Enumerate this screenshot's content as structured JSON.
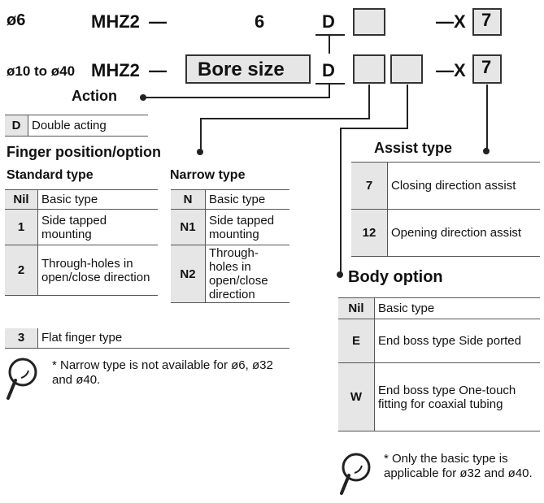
{
  "row_small": {
    "size": "ø6",
    "model": "MHZ2",
    "dash": "—",
    "bore": "6",
    "action": "D",
    "x_label": "—X",
    "assist": "7"
  },
  "row_large": {
    "size": "ø10 to ø40",
    "model": "MHZ2",
    "dash": "—",
    "bore": "Bore size",
    "action": "D",
    "x_label": "—X",
    "assist": "7"
  },
  "action": {
    "title": "Action",
    "items": [
      {
        "code": "D",
        "label": "Double acting"
      }
    ]
  },
  "finger": {
    "title": "Finger position/option",
    "standard_title": "Standard type",
    "narrow_title": "Narrow type",
    "rows": [
      {
        "s_code": "Nil",
        "s_label": "Basic type",
        "n_code": "N",
        "n_label": "Basic type"
      },
      {
        "s_code": "1",
        "s_label": "Side tapped mounting",
        "n_code": "N1",
        "n_label": "Side tapped mounting"
      },
      {
        "s_code": "2",
        "s_label": "Through-holes in open/close direction",
        "n_code": "N2",
        "n_label": "Through-holes in open/close direction"
      }
    ],
    "flat": {
      "code": "3",
      "label": "Flat finger type"
    },
    "note": "* Narrow type is not available for ø6, ø32 and ø40."
  },
  "assist": {
    "title": "Assist type",
    "items": [
      {
        "code": "7",
        "label": "Closing direction assist"
      },
      {
        "code": "12",
        "label": "Opening direction assist"
      }
    ]
  },
  "body": {
    "title": "Body option",
    "items": [
      {
        "code": "Nil",
        "label": "Basic type"
      },
      {
        "code": "E",
        "label": "End boss type Side ported"
      },
      {
        "code": "W",
        "label": "End boss type One-touch fitting for coaxial tubing"
      }
    ],
    "note": "* Only the basic type is applicable for ø32 and ø40."
  },
  "icons": {
    "note": "magnifier-icon"
  }
}
